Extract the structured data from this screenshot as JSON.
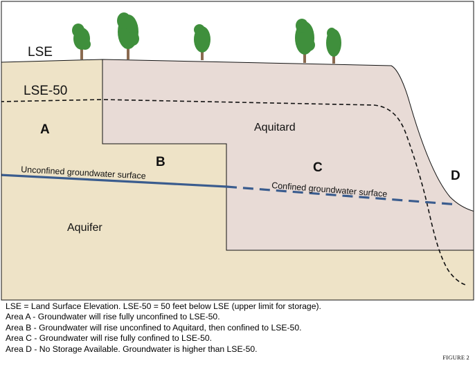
{
  "diagram": {
    "labels": {
      "lse": "LSE",
      "lse50": "LSE-50",
      "area_a": "A",
      "area_b": "B",
      "area_c": "C",
      "area_d": "D",
      "aquitard": "Aquitard",
      "aquifer": "Aquifer",
      "unconfined": "Unconfined groundwater surface",
      "confined": "Confined groundwater surface"
    },
    "colors": {
      "aquifer": "#eee3c7",
      "aquitard": "#e8dbd6",
      "groundwater_line": "#3a5c8e",
      "outline": "#111111",
      "tree_foliage": "#3f8f3c",
      "tree_trunk": "#8a6a50"
    },
    "trees": [
      "tree",
      "tree",
      "tree",
      "tree",
      "tree"
    ]
  },
  "legend": {
    "line1": "LSE = Land Surface Elevation.  LSE-50 = 50 feet below LSE (upper limit for storage).",
    "line2": "Area A - Groundwater will rise fully unconfined to LSE-50.",
    "line3": "Area B - Groundwater will rise unconfined to Aquitard, then confined to LSE-50.",
    "line4": "Area C - Groundwater will rise fully confined to LSE-50.",
    "line5": "Area D - No Storage Available.  Groundwater is higher than LSE-50."
  },
  "figure_label": "FIGURE 2"
}
